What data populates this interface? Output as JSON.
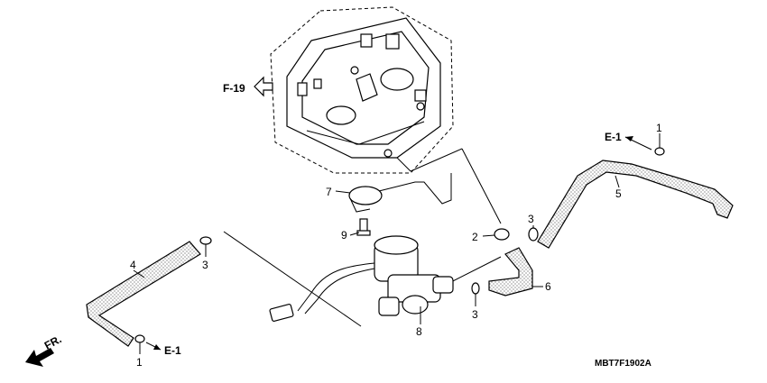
{
  "refs": {
    "f19": "F-19",
    "e1_top": "E-1",
    "e1_bottom": "E-1",
    "fr": "FR."
  },
  "parts": [
    {
      "id": "p1a",
      "label": "1"
    },
    {
      "id": "p1b",
      "label": "1"
    },
    {
      "id": "p2",
      "label": "2"
    },
    {
      "id": "p3a",
      "label": "3"
    },
    {
      "id": "p3b",
      "label": "3"
    },
    {
      "id": "p3c",
      "label": "3"
    },
    {
      "id": "p4",
      "label": "4"
    },
    {
      "id": "p5",
      "label": "5"
    },
    {
      "id": "p6",
      "label": "6"
    },
    {
      "id": "p7",
      "label": "7"
    },
    {
      "id": "p8",
      "label": "8"
    },
    {
      "id": "p9",
      "label": "9"
    }
  ],
  "diagram_code": "MBT7F1902A"
}
